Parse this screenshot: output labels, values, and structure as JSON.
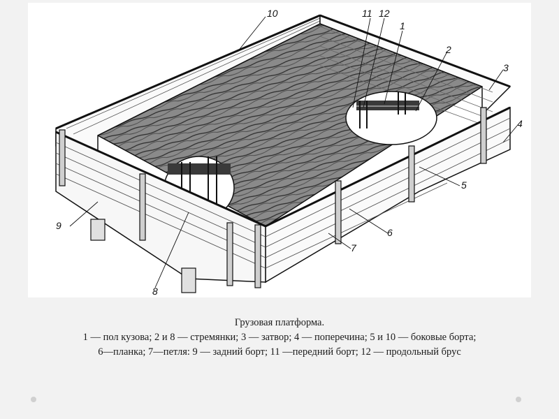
{
  "figure": {
    "callouts": [
      {
        "label": "10"
      },
      {
        "label": "11"
      },
      {
        "label": "12"
      },
      {
        "label": "1"
      },
      {
        "label": "2"
      },
      {
        "label": "3"
      },
      {
        "label": "4"
      },
      {
        "label": "5"
      },
      {
        "label": "6"
      },
      {
        "label": "7"
      },
      {
        "label": "8"
      },
      {
        "label": "9"
      }
    ]
  },
  "caption": {
    "title": "Грузовая платформа.",
    "line1": "1 — пол кузова; 2 и 8 — стремянки; 3 — затвор; 4 — поперечина; 5 и 10 — боковые борта;",
    "line2": "6—планка; 7—петля: 9 — задний борт; 11 —передний борт; 12 — продольный брус"
  }
}
